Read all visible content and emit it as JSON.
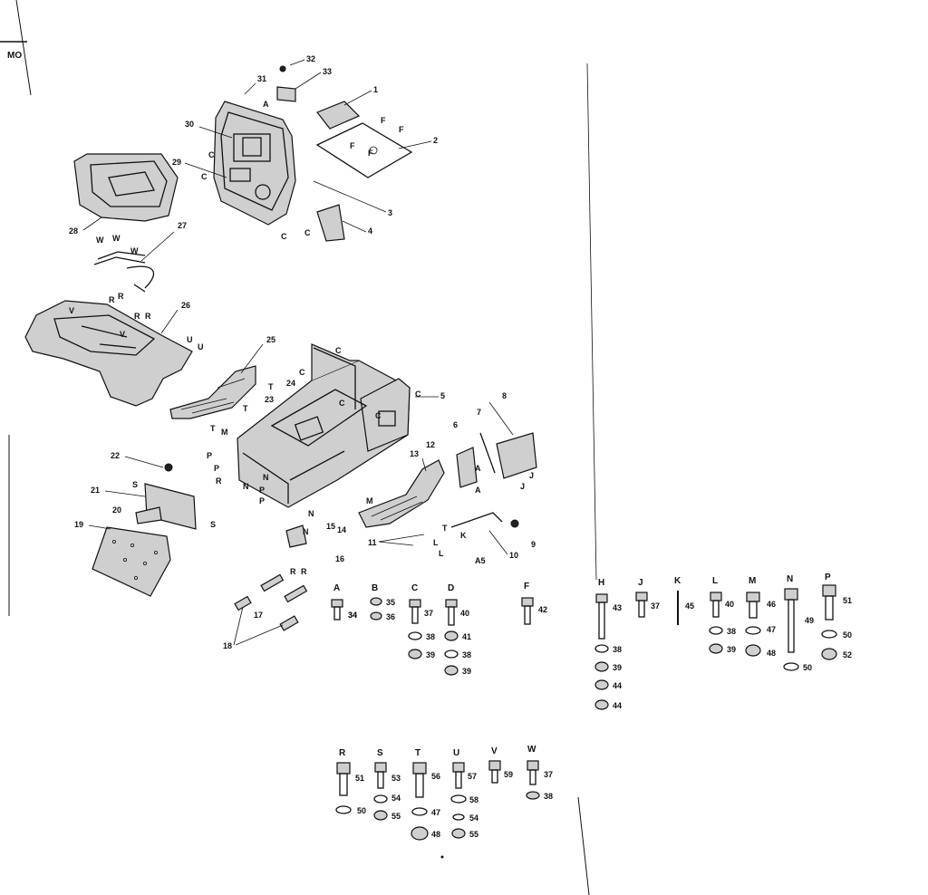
{
  "corner_text": "MO",
  "callouts": {
    "n1": "1",
    "n2": "2",
    "n3": "3",
    "n4": "4",
    "n5": "5",
    "n6": "6",
    "n7": "7",
    "n8": "8",
    "n9": "9",
    "n10": "10",
    "n11": "11",
    "n12": "12",
    "n13": "13",
    "n14": "14",
    "n15": "15",
    "n16": "16",
    "n17": "17",
    "n18": "18",
    "n19": "19",
    "n20": "20",
    "n21": "21",
    "n22": "22",
    "n23": "23",
    "n24": "24",
    "n25": "25",
    "n26": "26",
    "n27": "27",
    "n28": "28",
    "n29": "29",
    "n30": "30",
    "n31": "31",
    "n32": "32",
    "n33": "33",
    "n34": "34"
  },
  "letter_marks": {
    "A": "A",
    "C": "C",
    "F": "F",
    "M": "M",
    "N": "N",
    "P": "P",
    "R": "R",
    "T": "T",
    "U": "U",
    "V": "V",
    "W": "W",
    "J": "J",
    "K": "K",
    "L": "L",
    "S": "S",
    "B": "B"
  },
  "a5_label": "A5",
  "hardware_row1": {
    "A": {
      "letter": "A",
      "parts": [
        "34"
      ]
    },
    "B": {
      "letter": "B",
      "parts": [
        "35",
        "36"
      ]
    },
    "C": {
      "letter": "C",
      "parts": [
        "37",
        "38",
        "39"
      ]
    },
    "D": {
      "letter": "D",
      "parts": [
        "40",
        "41",
        "38",
        "39"
      ]
    },
    "F": {
      "letter": "F",
      "parts": [
        "42"
      ]
    },
    "H": {
      "letter": "H",
      "parts": [
        "43",
        "38",
        "39",
        "44",
        "44"
      ]
    },
    "J": {
      "letter": "J",
      "parts": [
        "37"
      ]
    },
    "K": {
      "letter": "K",
      "parts": [
        "45"
      ]
    },
    "L": {
      "letter": "L",
      "parts": [
        "40",
        "38",
        "39"
      ]
    },
    "M": {
      "letter": "M",
      "parts": [
        "46",
        "47",
        "48"
      ]
    },
    "N": {
      "letter": "N",
      "parts": [
        "49",
        "50"
      ]
    },
    "P": {
      "letter": "P",
      "parts": [
        "51",
        "50",
        "52"
      ]
    }
  },
  "hardware_row2": {
    "R": {
      "letter": "R",
      "parts": [
        "51",
        "50"
      ]
    },
    "S": {
      "letter": "S",
      "parts": [
        "53",
        "54",
        "55"
      ]
    },
    "T": {
      "letter": "T",
      "parts": [
        "56",
        "47",
        "48"
      ]
    },
    "U": {
      "letter": "U",
      "parts": [
        "57",
        "58",
        "54",
        "55"
      ]
    },
    "V": {
      "letter": "V",
      "parts": [
        "59"
      ]
    },
    "W": {
      "letter": "W",
      "parts": [
        "37",
        "38"
      ]
    }
  }
}
